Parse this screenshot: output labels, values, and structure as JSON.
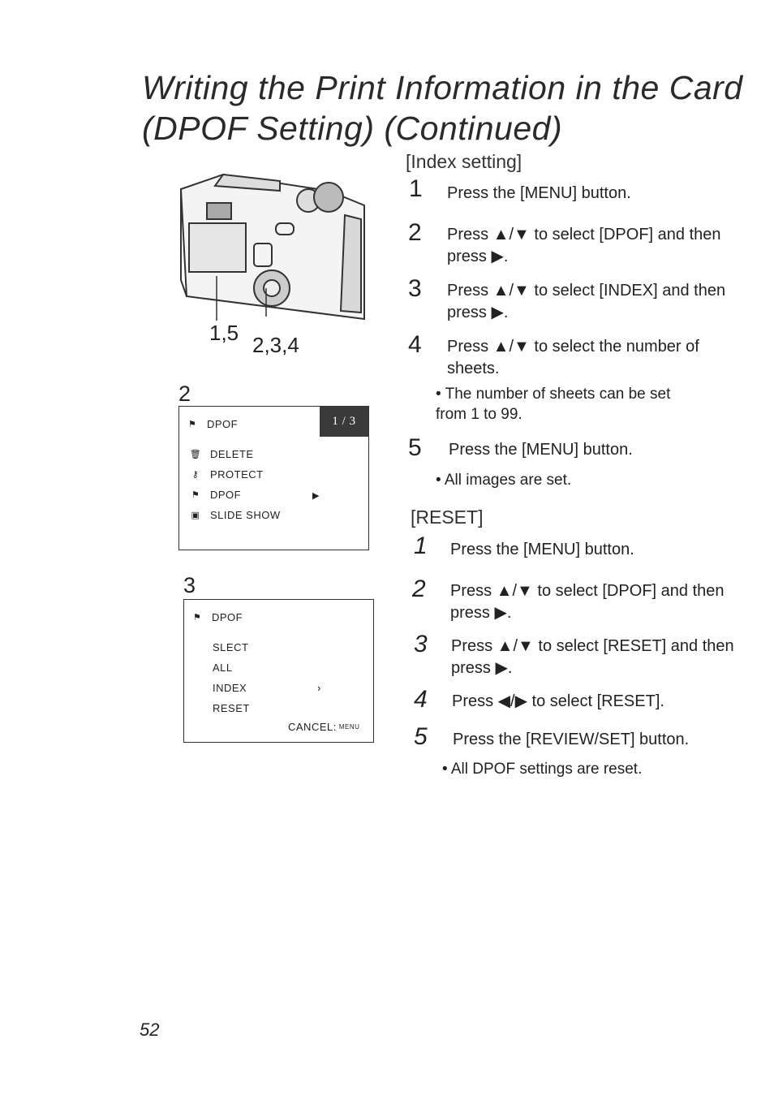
{
  "title": {
    "line1": "Writing the Print Information in the Card",
    "line2": "(DPOF Setting) (Continued)"
  },
  "camera": {
    "callout_left": "1,5",
    "callout_right": "2,3,4"
  },
  "screen2": {
    "number": "2",
    "header": "DPOF",
    "page_badge": "1 / 3",
    "items": [
      "DELETE",
      "PROTECT",
      "DPOF",
      "SLIDE SHOW"
    ],
    "icons": [
      "trash-icon",
      "key-icon",
      "dpof-icon",
      "slideshow-icon"
    ]
  },
  "screen3": {
    "number": "3",
    "header": "DPOF",
    "items": [
      "SLECT",
      "ALL",
      "INDEX",
      "RESET"
    ],
    "cancel": "CANCEL:",
    "menu_tag": "MENU"
  },
  "index_section": {
    "heading": "[Index setting]",
    "steps": [
      {
        "n": "1",
        "text": "Press the [MENU] button."
      },
      {
        "n": "2",
        "text": "Press ▲/▼ to select [DPOF] and then press ▶."
      },
      {
        "n": "3",
        "text": "Press ▲/▼ to select [INDEX] and then press ▶."
      },
      {
        "n": "4",
        "text": "Press ▲/▼ to select the number of sheets."
      },
      {
        "n": "5",
        "text": "Press the [MENU] button."
      }
    ],
    "notes": [
      "• The number of sheets can be set from 1 to 99.",
      "• All images are set."
    ]
  },
  "reset_section": {
    "heading": "[RESET]",
    "steps": [
      {
        "n": "1",
        "text": "Press the [MENU] button."
      },
      {
        "n": "2",
        "text": "Press ▲/▼ to select [DPOF] and then press ▶."
      },
      {
        "n": "3",
        "text": "Press ▲/▼ to select [RESET] and then press ▶."
      },
      {
        "n": "4",
        "text": "Press ◀/▶ to select [RESET]."
      },
      {
        "n": "5",
        "text": "Press the [REVIEW/SET] button."
      }
    ],
    "note": "• All DPOF settings are reset."
  },
  "page_number": "52"
}
